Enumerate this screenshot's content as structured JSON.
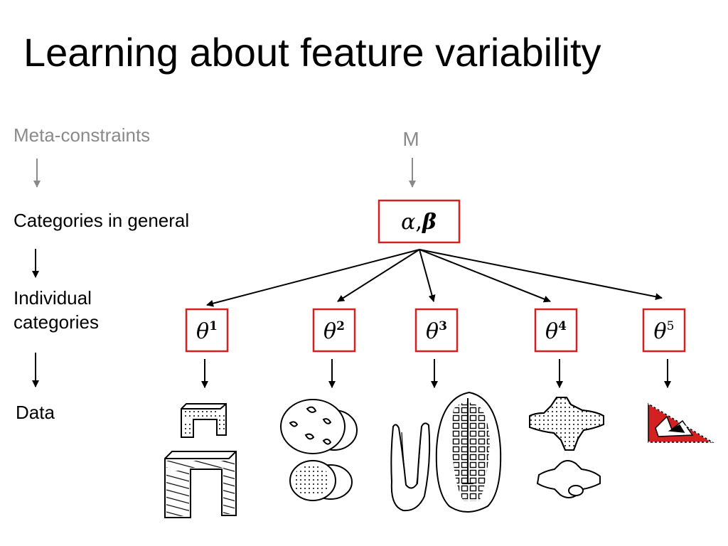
{
  "title": "Learning about feature variability",
  "levels": {
    "meta": "Meta-constraints",
    "general": "Categories in general",
    "individual_line1": "Individual",
    "individual_line2": "categories",
    "data": "Data"
  },
  "hyper": {
    "m_label": "M",
    "alpha": "α",
    "comma": ",",
    "beta": "β"
  },
  "thetas": [
    {
      "symbol": "θ",
      "index": "1"
    },
    {
      "symbol": "θ",
      "index": "2"
    },
    {
      "symbol": "θ",
      "index": "3"
    },
    {
      "symbol": "θ",
      "index": "4"
    },
    {
      "symbol": "θ",
      "index": "5"
    }
  ],
  "colors": {
    "box_border": "#d42020",
    "gray_text": "#8a8a8a",
    "arrow": "#000000",
    "gray_arrow": "#8a8a8a"
  },
  "icons": [
    "stacked-u-blocks-icon",
    "cookies-icon",
    "u-and-grid-objects-icon",
    "rounded-cross-objects-icon",
    "red-triangle-icon"
  ]
}
